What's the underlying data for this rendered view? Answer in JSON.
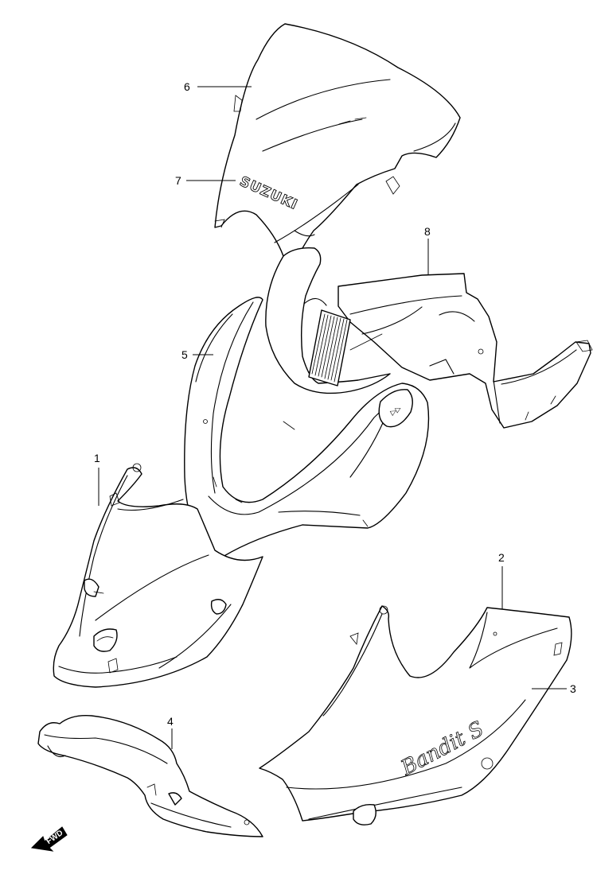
{
  "callouts": [
    {
      "id": "1",
      "label": "1"
    },
    {
      "id": "2",
      "label": "2"
    },
    {
      "id": "3",
      "label": "3"
    },
    {
      "id": "4",
      "label": "4"
    },
    {
      "id": "5",
      "label": "5"
    },
    {
      "id": "6",
      "label": "6"
    },
    {
      "id": "7",
      "label": "7"
    },
    {
      "id": "8",
      "label": "8"
    }
  ],
  "windscreen_logo": "SUZUKI",
  "side_cowl_logo": "Bandit S",
  "direction_badge": {
    "text": "FWD",
    "icon": "forward-arrow-icon"
  }
}
